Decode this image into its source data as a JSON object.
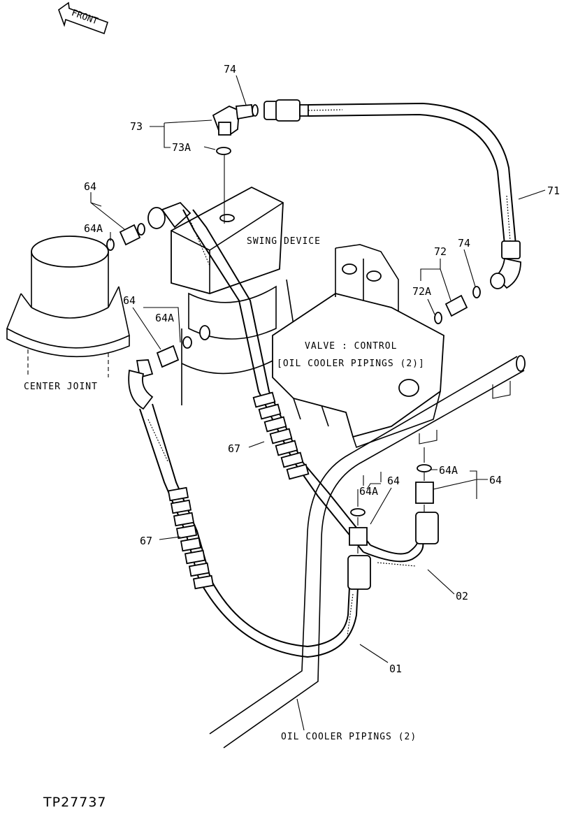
{
  "figure_code": "TP27737",
  "front_arrow_label": "FRONT",
  "components": {
    "swing_device": "SWING DEVICE",
    "center_joint": "CENTER JOINT",
    "control_valve": "VALVE : CONTROL",
    "oil_cooler_pipings_upper": "[OIL COOLER PIPINGS (2)]",
    "oil_cooler_pipings_lower": "OIL COOLER PIPINGS (2)"
  },
  "callouts": {
    "c74_top": "74",
    "c73": "73",
    "c73A": "73A",
    "c71": "71",
    "c64_left_top": "64",
    "c64A_left_top": "64A",
    "c72": "72",
    "c74_right": "74",
    "c72A": "72A",
    "c64_left_mid": "64",
    "c64A_left_mid": "64A",
    "c67_mid": "67",
    "c67_left": "67",
    "c64A_right": "64A",
    "c64_right": "64",
    "c64_center": "64",
    "c64A_center": "64A",
    "c02": "02",
    "c01": "01"
  }
}
